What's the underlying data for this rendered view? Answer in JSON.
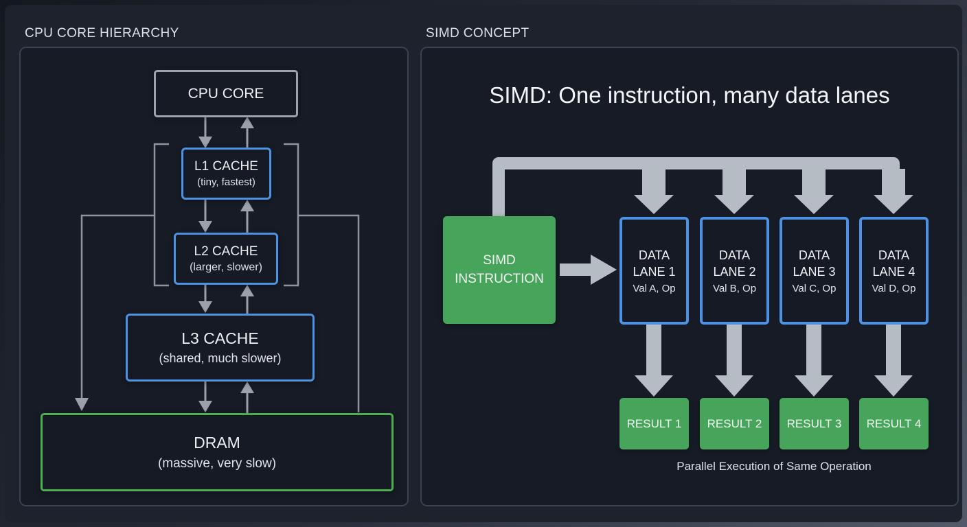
{
  "colors": {
    "background": "#1d222c",
    "panel_background": "#161b25",
    "panel_border": "#3a4252",
    "box_fill": "#151a24",
    "gray_box_border": "#9ca3ae",
    "blue_box_border": "#4e92e4",
    "green_box_border": "#4caf50",
    "green_fill": "#47a55b",
    "line_gray": "#8f96a2",
    "thick_arrow_gray": "#b6bcc3",
    "text_primary": "#eef1f4",
    "text_secondary": "#dde1e7"
  },
  "cpu_hierarchy": {
    "header": "CPU CORE HIERARCHY",
    "cpu_core": {
      "title": "CPU CORE"
    },
    "l1": {
      "title": "L1 CACHE",
      "subtitle": "(tiny, fastest)"
    },
    "l2": {
      "title": "L2 CACHE",
      "subtitle": "(larger, slower)"
    },
    "l3": {
      "title": "L3 CACHE",
      "subtitle": "(shared, much slower)"
    },
    "dram": {
      "title": "DRAM",
      "subtitle": "(massive, very slow)"
    }
  },
  "simd": {
    "header": "SIMD CONCEPT",
    "title": "SIMD: One instruction, many data lanes",
    "instruction": {
      "line1": "SIMD",
      "line2": "INSTRUCTION"
    },
    "lanes": [
      {
        "line1": "DATA",
        "line2": "LANE 1",
        "value": "Val A, Op"
      },
      {
        "line1": "DATA",
        "line2": "LANE 2",
        "value": "Val B, Op"
      },
      {
        "line1": "DATA",
        "line2": "LANE 3",
        "value": "Val C, Op"
      },
      {
        "line1": "DATA",
        "line2": "LANE 4",
        "value": "Val D, Op"
      }
    ],
    "results": [
      {
        "label": "RESULT 1"
      },
      {
        "label": "RESULT 2"
      },
      {
        "label": "RESULT 3"
      },
      {
        "label": "RESULT 4"
      }
    ],
    "caption": "Parallel Execution of Same Operation"
  }
}
